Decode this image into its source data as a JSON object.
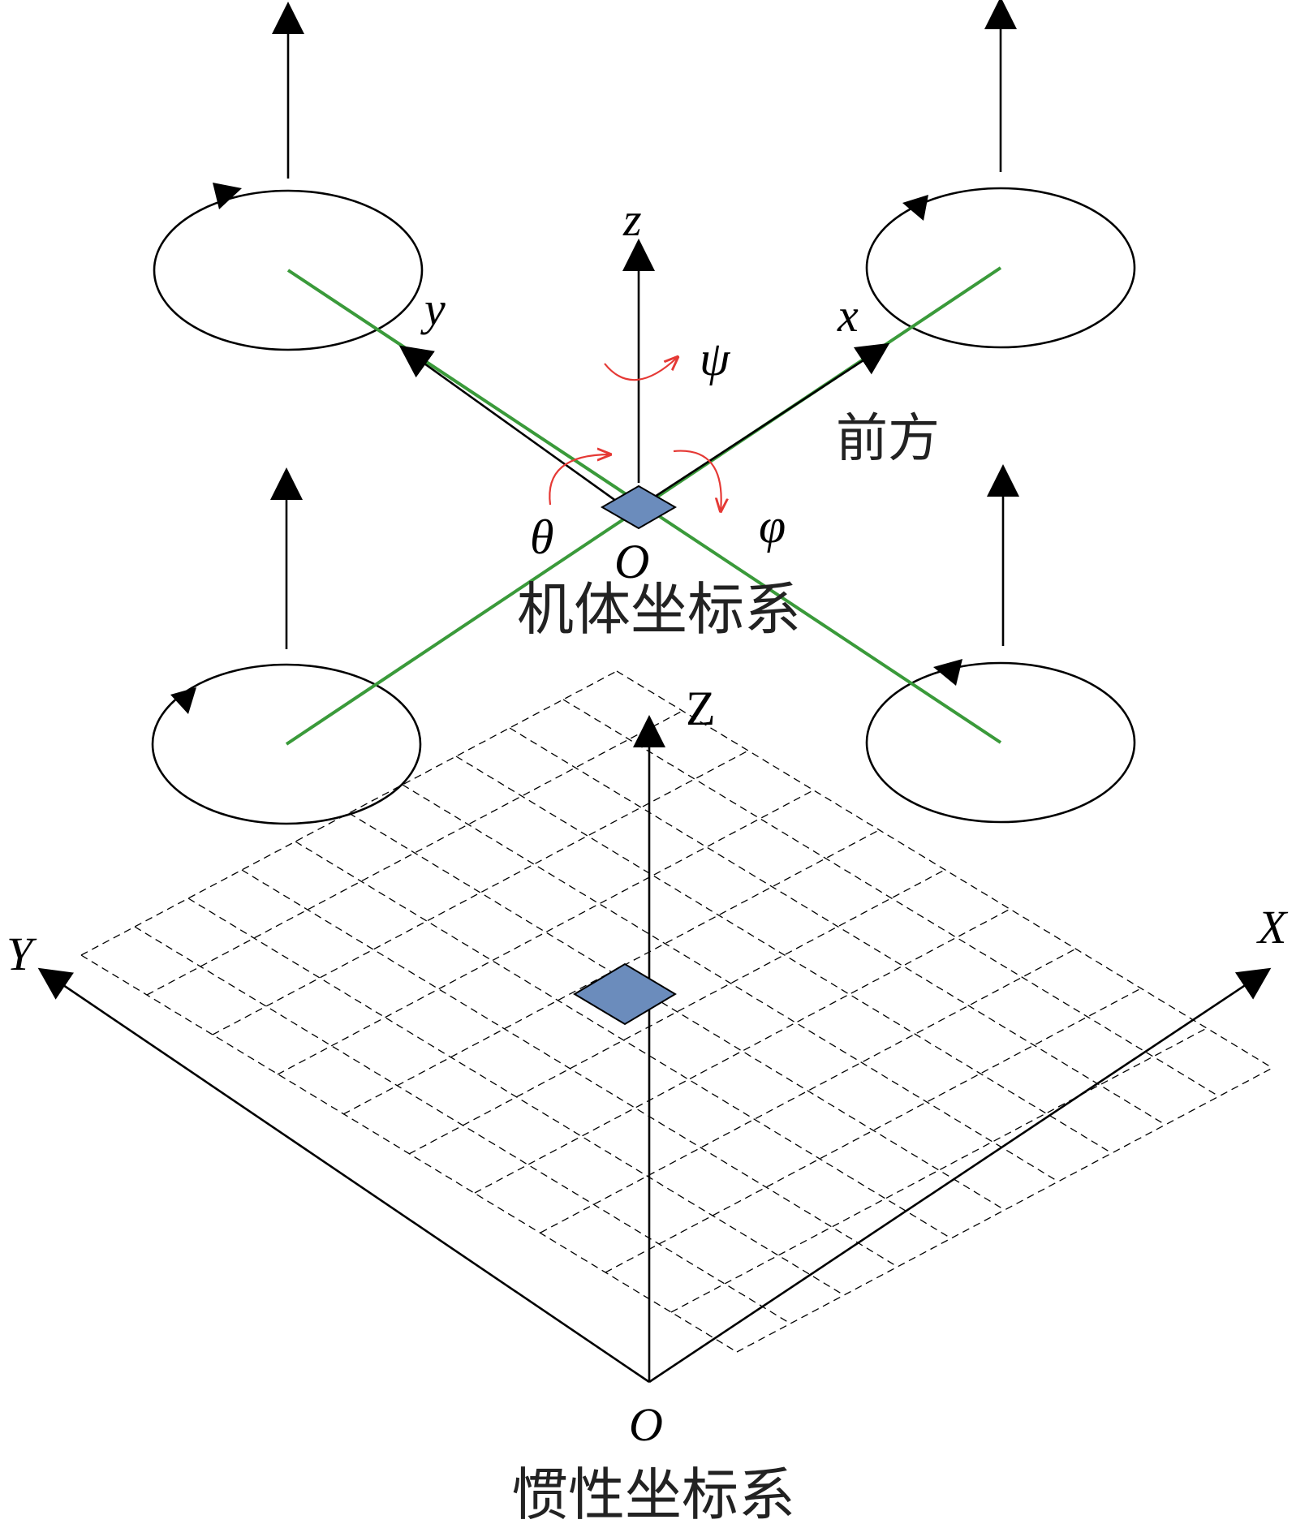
{
  "body_frame": {
    "axis_z_label": "z",
    "axis_x_label": "x",
    "axis_y_label": "y",
    "origin_label": "O",
    "front_label": "前方",
    "title": "机体坐标系",
    "yaw_label": "ψ",
    "pitch_label": "θ",
    "roll_label": "φ"
  },
  "inertial_frame": {
    "axis_Z_label": "Z",
    "axis_X_label": "X",
    "axis_Y_label": "Y",
    "origin_label": "O",
    "title": "惯性坐标系"
  },
  "colors": {
    "arm": "#3a9a3a",
    "rotation_arrow": "#e53935",
    "center_marker": "#6b8cbc"
  }
}
